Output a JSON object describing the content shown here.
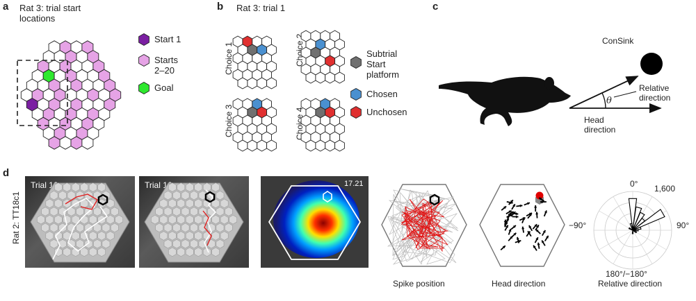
{
  "panel_a": {
    "letter": "a",
    "title_line1": "Rat 3: trial start",
    "title_line2": "locations",
    "legend": [
      {
        "label_lines": [
          "Start 1"
        ],
        "color": "#7b1fa2"
      },
      {
        "label_lines": [
          "Starts",
          "2–20"
        ],
        "color": "#e6a3e6"
      },
      {
        "label_lines": [
          "Goal"
        ],
        "color": "#2ee82e"
      }
    ]
  },
  "panel_b": {
    "letter": "b",
    "title": "Rat 3: trial 1",
    "choices": [
      "Choice 1",
      "Choice 2",
      "Choice 3",
      "Choice 4"
    ],
    "legend": [
      {
        "label_lines": [
          "Subtrial",
          "Start",
          "platform"
        ],
        "color": "#707070"
      },
      {
        "label_lines": [
          "Chosen"
        ],
        "color": "#4a90d0"
      },
      {
        "label_lines": [
          "Unchosen"
        ],
        "color": "#e03030"
      }
    ]
  },
  "panel_c": {
    "letter": "c",
    "target_label": "ConSink",
    "angle_symbol": "θ",
    "relative_line1": "Relative",
    "relative_line2": "direction",
    "head_line1": "Head",
    "head_line2": "direction"
  },
  "panel_d": {
    "letter": "d",
    "side_label": "Rat 2: TT18c1",
    "trial_a": "Trial 10",
    "trial_b": "Trial 16",
    "heatmap_value": "17.21",
    "caption_spike": "Spike position",
    "caption_head": "Head direction",
    "caption_relative": "Relative direction",
    "polar": {
      "top": "0°",
      "right": "90°",
      "left": "−90°",
      "bottom": "180°/−180°",
      "radial_max": "1,600"
    }
  }
}
